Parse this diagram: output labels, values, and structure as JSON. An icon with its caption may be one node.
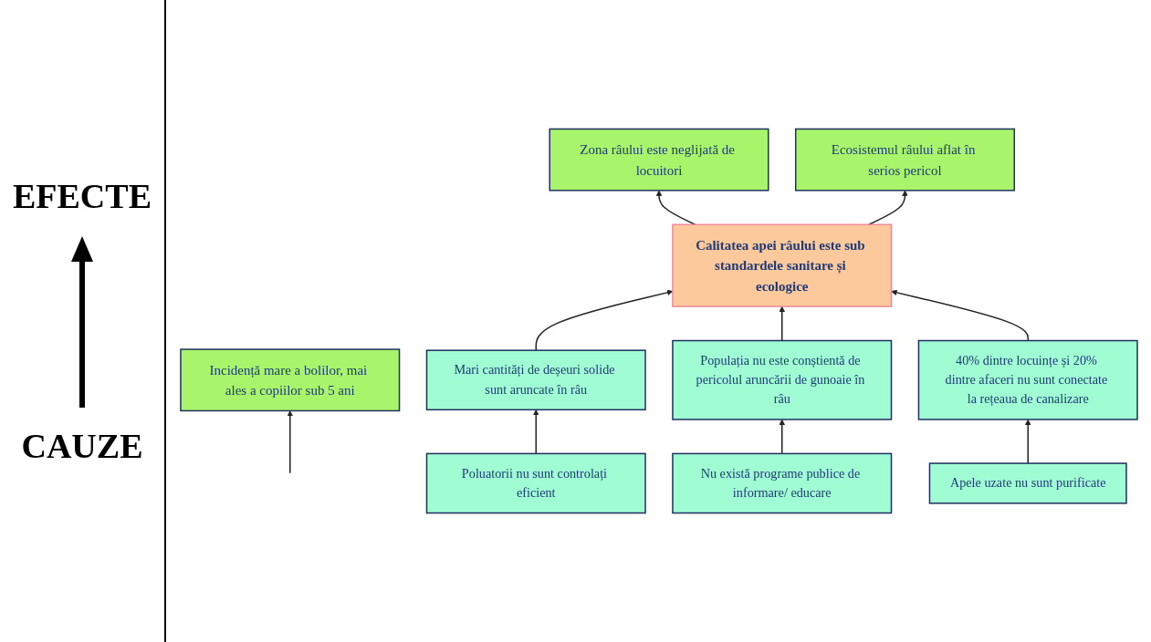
{
  "diagram": {
    "nodes": [
      {
        "text": [
          "Zona râului este neglijată de locuitori"
        ]
      },
      {
        "text": [
          "Ecosistemul râului aflat în serios pericol"
        ]
      },
      {
        "text": [
          "Incidență mare a bolilor, mai ales a copiilor sub 5 ani"
        ]
      },
      {
        "text": [
          "Calitatea apei râului este sub standardele sanitare și ecologice"
        ]
      },
      {
        "text": [
          "Mari cantități de deșeuri solide sunt aruncate în râu"
        ]
      },
      {
        "text": [
          "Populația nu este conștientă de pericolul aruncării de gunoaie în râu"
        ]
      },
      {
        "text": [
          "40% dintre locuințe și 20% dintre afaceri nu sunt conectate la rețeaua de canalizare"
        ]
      },
      {
        "text": [
          "Poluatorii nu sunt controlați eficient"
        ]
      },
      {
        "text": [
          "Nu există programe publice de informare/ educare"
        ]
      },
      {
        "text": [
          "Apele uzate nu sunt purificate"
        ]
      }
    ],
    "edges": [
      {
        "from": 3,
        "to": 0,
        "arrow": "to"
      },
      {
        "from": 3,
        "to": 1,
        "arrow": "to"
      },
      {
        "from": null,
        "to": 2,
        "arrow": "to"
      },
      {
        "from": 4,
        "to": 3,
        "arrow": "to"
      },
      {
        "from": 5,
        "to": 3,
        "arrow": "to"
      },
      {
        "from": 6,
        "to": 3,
        "arrow": "to"
      },
      {
        "from": 7,
        "to": 4,
        "arrow": "to"
      },
      {
        "from": 8,
        "to": 5,
        "arrow": "to"
      },
      {
        "from": 9,
        "to": 6,
        "arrow": "to"
      }
    ],
    "labels": [
      "EFECTE",
      "CAUZE"
    ]
  }
}
